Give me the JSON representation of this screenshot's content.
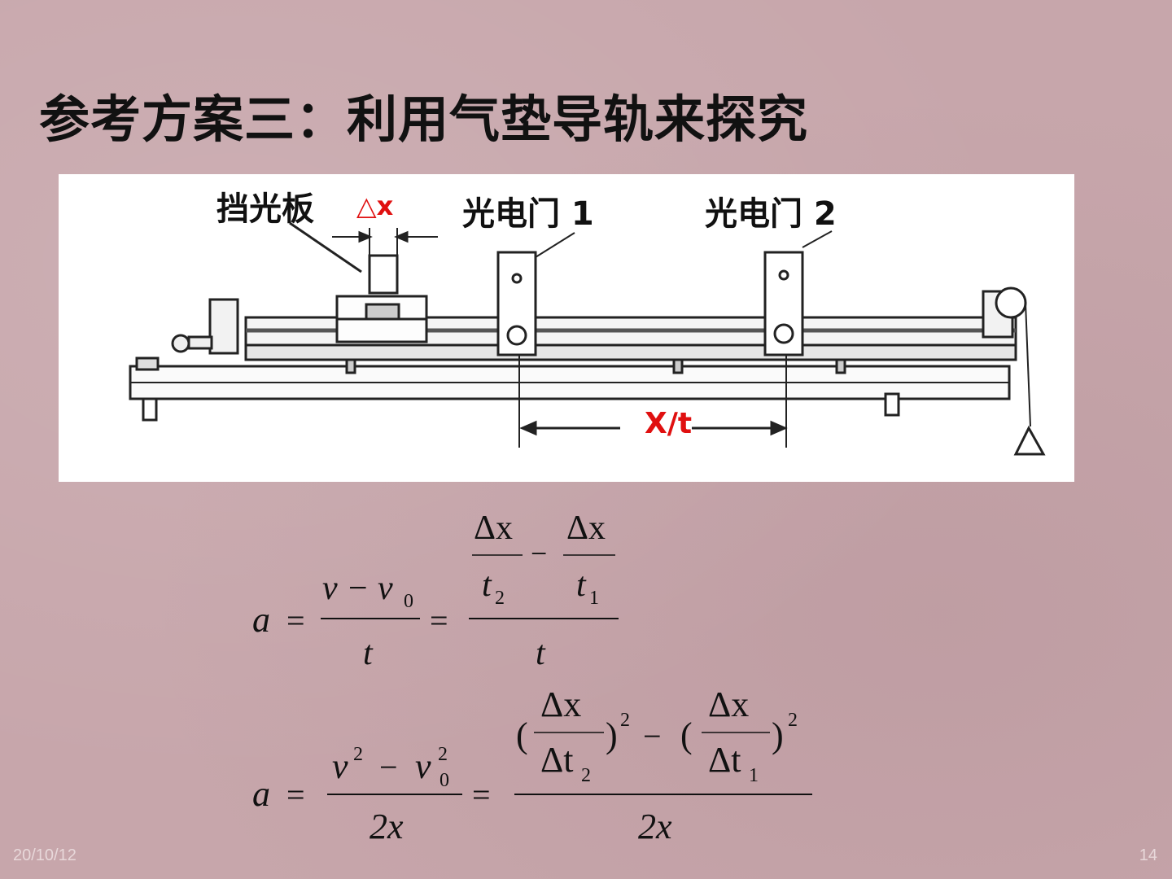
{
  "slide": {
    "title": "参考方案三：利用气垫导轨来探究",
    "date": "20/10/12",
    "page_number": "14"
  },
  "figure": {
    "label_flag": "挡光板",
    "label_dx": "△x",
    "label_gate1": "光电门 1",
    "label_gate2": "光电门 2",
    "label_xt": "X/t"
  },
  "formulas": {
    "f1": {
      "a": "a",
      "eq": "=",
      "num1": "v − v",
      "num1_sub": "0",
      "den1": "t",
      "dx": "Δx",
      "t2": "t",
      "t2_sub": "2",
      "t1": "t",
      "t1_sub": "1",
      "minus": "−",
      "den2": "t"
    },
    "f2": {
      "a": "a",
      "eq": "=",
      "v": "v",
      "sq": "2",
      "minus": "−",
      "v0": "v",
      "v0_sub": "0",
      "den": "2x",
      "dx": "Δx",
      "dt2": "Δt",
      "dt2_sub": "2",
      "dt1": "Δt",
      "dt1_sub": "1",
      "lparen": "(",
      "rparen": ")"
    }
  }
}
